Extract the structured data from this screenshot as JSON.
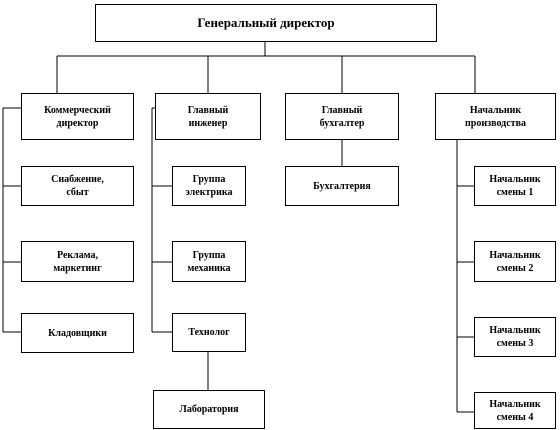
{
  "chart": {
    "ceo": "Генеральный директор",
    "commercial_director": "Коммерческий\nдиректор",
    "chief_engineer": "Главный\nинженер",
    "chief_accountant": "Главный\nбухгалтер",
    "production_head": "Начальник\nпроизводства",
    "supply_sales": "Снабжение,\nсбыт",
    "advertising_marketing": "Реклама,\nмаркетинг",
    "warehouses": "Кладовщики",
    "electrics_group": "Группа\nэлектрика",
    "mechanics_group": "Группа\nмеханика",
    "technologist": "Технолог",
    "laboratory": "Лаборатория",
    "accounting": "Бухгалтерия",
    "shift_1": "Начальник\nсмены 1",
    "shift_2": "Начальник\nсмены 2",
    "shift_3": "Начальник\nсмены 3",
    "shift_4": "Начальник\nсмены 4"
  }
}
